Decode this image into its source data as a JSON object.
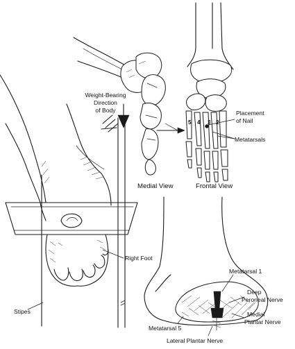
{
  "labels": {
    "weight_bearing": "Weight-Bearing",
    "direction": "Direction",
    "of_body": "of Body",
    "placement": "Placement",
    "of_nail": "of Nail",
    "metatarsals": "Metatarsals",
    "medial_view": "Medial View",
    "frontal_view": "Frontal View",
    "right_foot": "Right Foot",
    "stipes": "Stipes",
    "metatarsal_1": "Metatarsal 1",
    "deep": "Deep",
    "peroneal_nerve": "Peroneal Nerve",
    "medial": "Medial",
    "plantar_nerve": "Plantar Nerve",
    "metatarsal_5": "Metatarsal 5",
    "lateral_plantar_nerve": "Lateral Plantar Nerve"
  },
  "metatarsal_numbers": [
    "5",
    "4",
    "3",
    "2"
  ]
}
